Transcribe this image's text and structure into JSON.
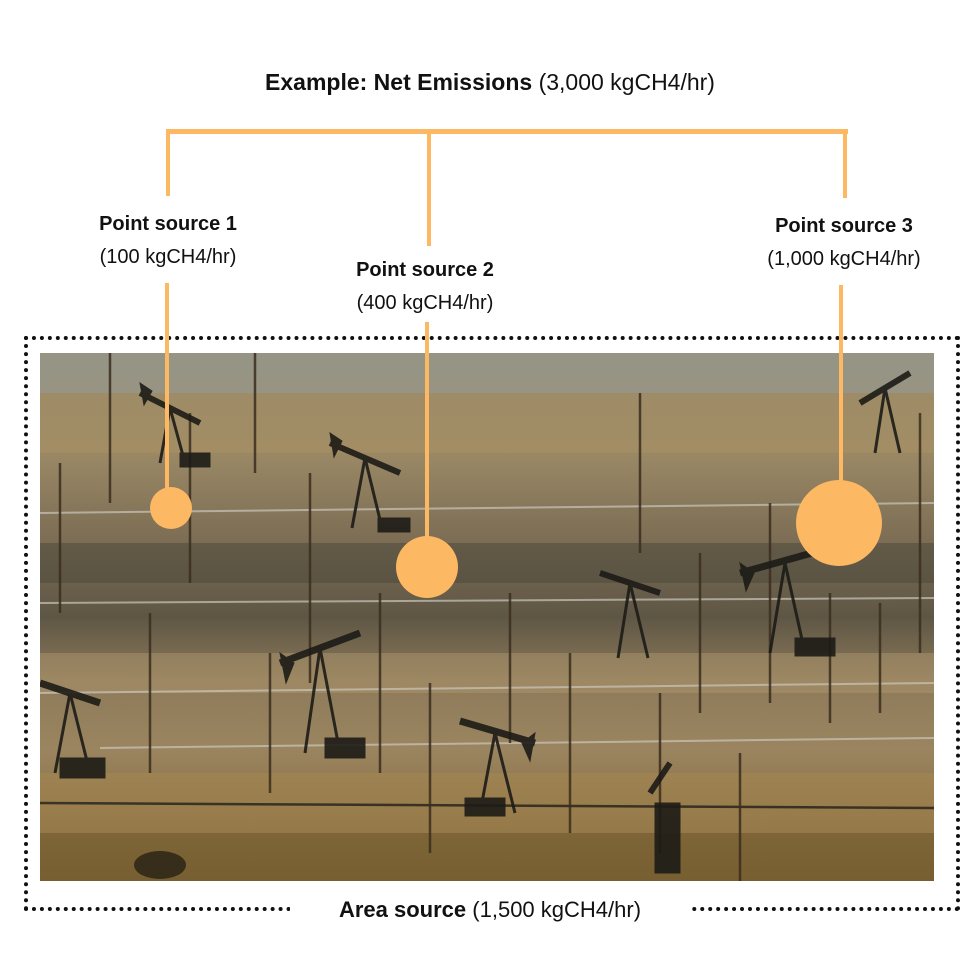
{
  "title": {
    "bold": "Example: Net Emissions",
    "value": "(3,000 kgCH4/hr)"
  },
  "point_sources": [
    {
      "name": "Point source 1",
      "value": "(100 kgCH4/hr)",
      "rate_kgch4_hr": 100
    },
    {
      "name": "Point source 2",
      "value": "(400 kgCH4/hr)",
      "rate_kgch4_hr": 400
    },
    {
      "name": "Point source 3",
      "value": "(1,000 kgCH4/hr)",
      "rate_kgch4_hr": 1000
    }
  ],
  "area_source": {
    "name": "Area source",
    "value": "(1,500 kgCH4/hr)",
    "rate_kgch4_hr": 1500
  },
  "photo": {
    "subject": "oil field with pump jacks"
  },
  "colors": {
    "accent": "#FDB863",
    "text": "#111111",
    "border": "#111111"
  }
}
